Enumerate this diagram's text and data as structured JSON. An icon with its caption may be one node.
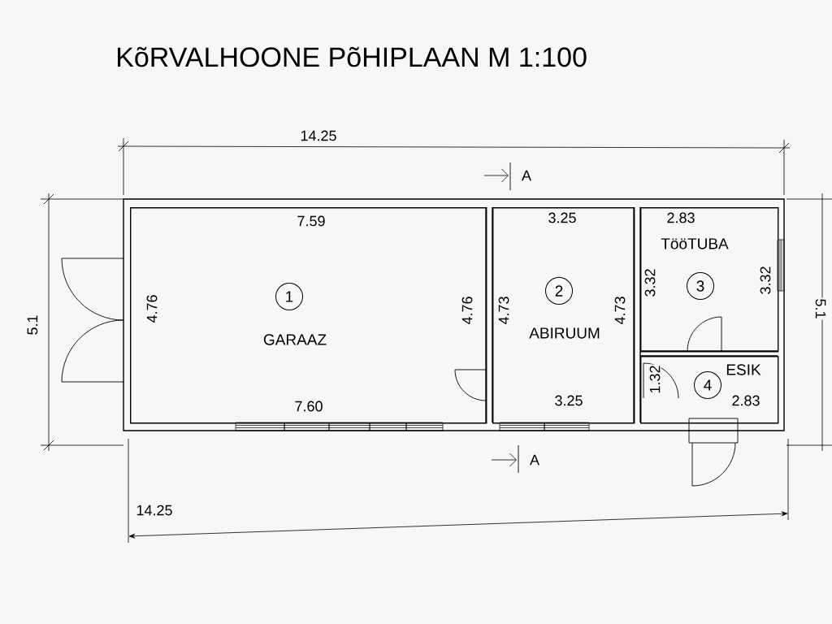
{
  "diagram": {
    "title": "KõRVALHOONE PõHIPLAAN M 1:100",
    "nodes": [
      {
        "text": [
          "GARAAZ"
        ]
      },
      {
        "text": [
          "1"
        ],
        "in": 0
      },
      {
        "text": [
          "ABIRUUM"
        ]
      },
      {
        "text": [
          "2"
        ],
        "in": 2
      },
      {
        "text": [
          "TööTUBA"
        ]
      },
      {
        "text": [
          "3"
        ],
        "in": 4
      },
      {
        "text": [
          "ESIK"
        ]
      },
      {
        "text": [
          "4"
        ],
        "in": 6
      }
    ],
    "labels": [
      "14.25",
      "A",
      "7.59",
      "3.25",
      "2.83",
      "5.1",
      "4.76",
      "4.76",
      "4.73",
      "4.73",
      "3.32",
      "3.32",
      "1.32",
      "5.1",
      "7.60",
      "3.25",
      "2.83",
      "A",
      "14.25"
    ]
  }
}
